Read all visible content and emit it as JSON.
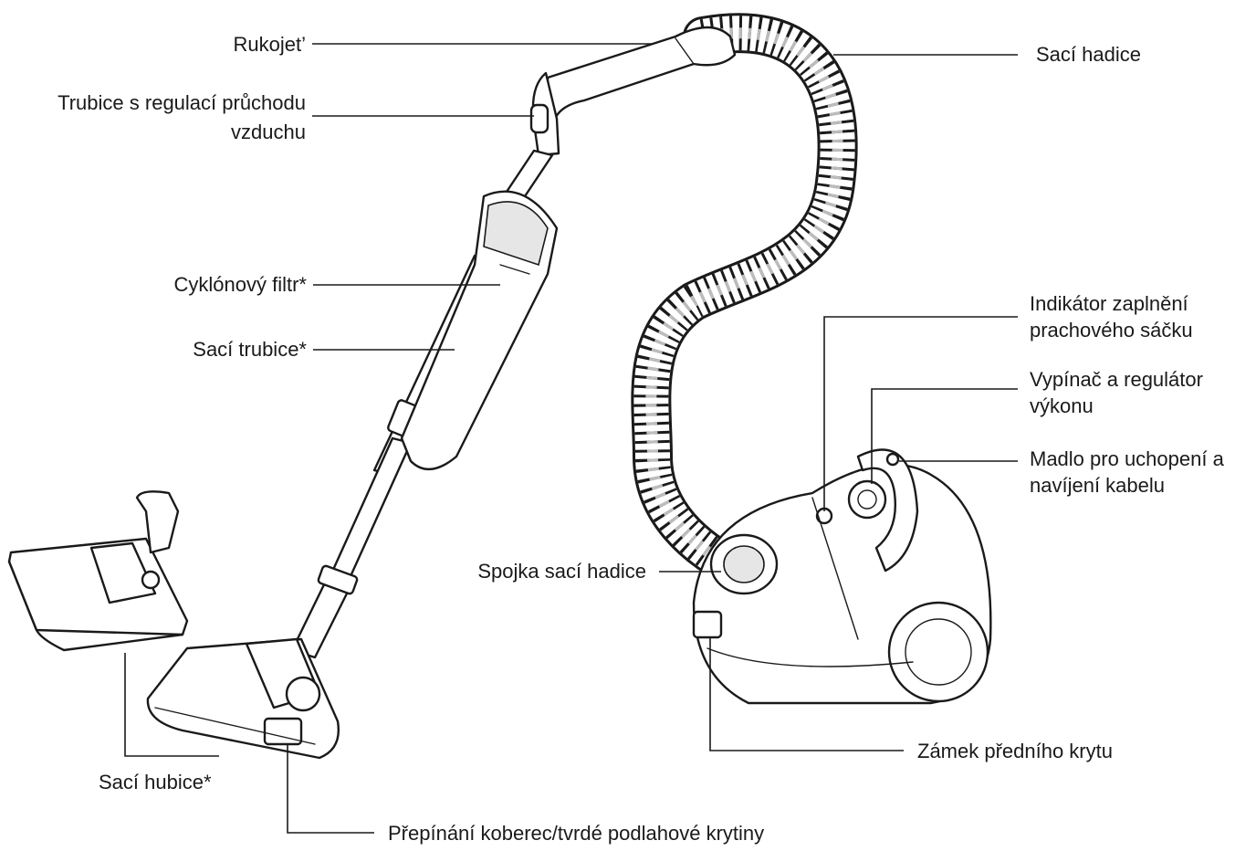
{
  "labels": {
    "handle": "Rukojet’",
    "airflow_line1": "Trubice s regulací průchodu",
    "airflow_line2": "vzduchu",
    "cyclone": "Cyklónový filtr*",
    "tube": "Sací trubice*",
    "nozzle": "Sací hubice*",
    "switch_floor": "Přepínání koberec/tvrdé podlahové krytiny",
    "hose": "Sací hadice",
    "indicator_line1": "Indikátor zaplnění",
    "indicator_line2": "prachového sáčku",
    "power_line1": "Vypínač a regulátor",
    "power_line2": "výkonu",
    "carry_line1": "Madlo pro uchopení a",
    "carry_line2": "navíjení kabelu",
    "coupling": "Spojka sací hadice",
    "lock": "Zámek předního krytu"
  }
}
